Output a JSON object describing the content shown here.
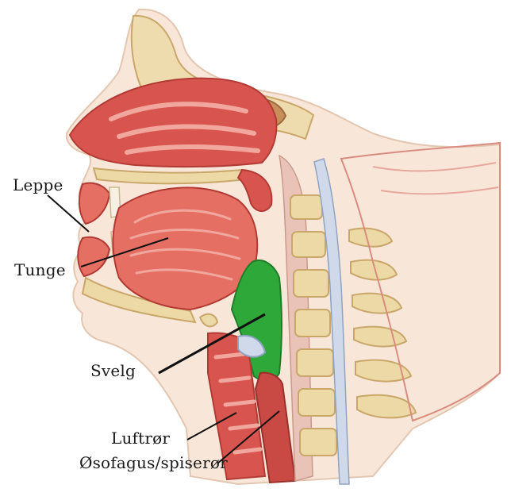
{
  "labels": {
    "leppe": "Leppe",
    "tunge": "Tunge",
    "svelg": "Svelg",
    "luftror": "Luftrør",
    "osofagus": "Øsofagus/spiserør"
  },
  "colors": {
    "tissue_red": "#d8554f",
    "tissue_light": "#ef9b8f",
    "bone": "#ecd9a6",
    "bone_dark": "#c9a76a",
    "skin": "#f7e4d4",
    "muscle": "#e56f63",
    "pharynx_highlight": "#2fa83a",
    "nerve_blue": "#c9d6ea",
    "leader_line": "#111111"
  }
}
